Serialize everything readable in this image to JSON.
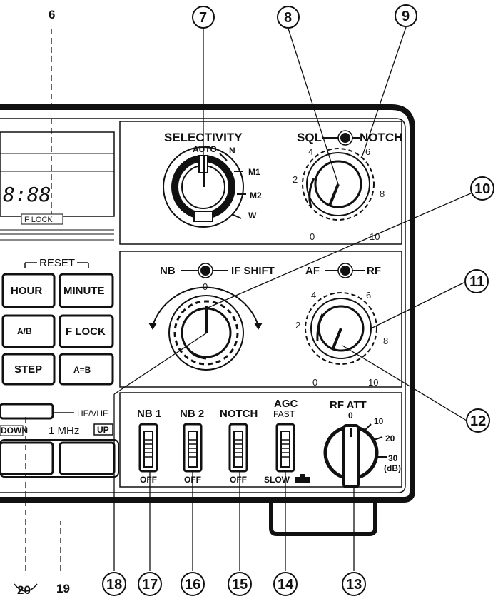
{
  "top_plain_labels": {
    "six": "6",
    "nineteen": "19",
    "twenty": "20"
  },
  "callouts": {
    "c7": "7",
    "c8": "8",
    "c9": "9",
    "c10": "10",
    "c11": "11",
    "c12": "12",
    "c13": "13",
    "c14": "14",
    "c15": "15",
    "c16": "16",
    "c17": "17",
    "c18": "18"
  },
  "display": {
    "digits": "8:88",
    "flock_tag": "F LOCK"
  },
  "reset_group": {
    "title": "RESET",
    "buttons": {
      "hour": "HOUR",
      "minute": "MINUTE",
      "ab": "A/B",
      "flock": "F LOCK",
      "step": "STEP",
      "a_eq_b": "A=B"
    }
  },
  "band": {
    "hf_vhf": "HF/VHF",
    "down": "DOWN",
    "mhz": "1 MHz",
    "up": "UP"
  },
  "selectivity": {
    "title": "SELECTIVITY",
    "auto": "AUTO",
    "n": "N",
    "m1": "M1",
    "m2": "M2",
    "w": "W"
  },
  "sql_notch": {
    "left": "SQL",
    "right": "NOTCH",
    "scale": [
      "0",
      "2",
      "4",
      "6",
      "8",
      "10"
    ]
  },
  "nb_ifshift": {
    "left": "NB",
    "right": "IF SHIFT",
    "zero": "0"
  },
  "af_rf": {
    "left": "AF",
    "right": "RF",
    "scale": [
      "0",
      "2",
      "4",
      "6",
      "8",
      "10"
    ]
  },
  "switches": {
    "nb1": {
      "title": "NB 1",
      "bottom": "OFF"
    },
    "nb2": {
      "title": "NB 2",
      "bottom": "OFF"
    },
    "notch": {
      "title": "NOTCH",
      "bottom": "OFF"
    },
    "agc": {
      "title": "AGC",
      "top": "FAST",
      "bottom": "SLOW"
    }
  },
  "rf_att": {
    "title": "RF ATT",
    "v0": "0",
    "v10": "10",
    "v20": "20",
    "v30": "30",
    "unit": "(dB)"
  }
}
